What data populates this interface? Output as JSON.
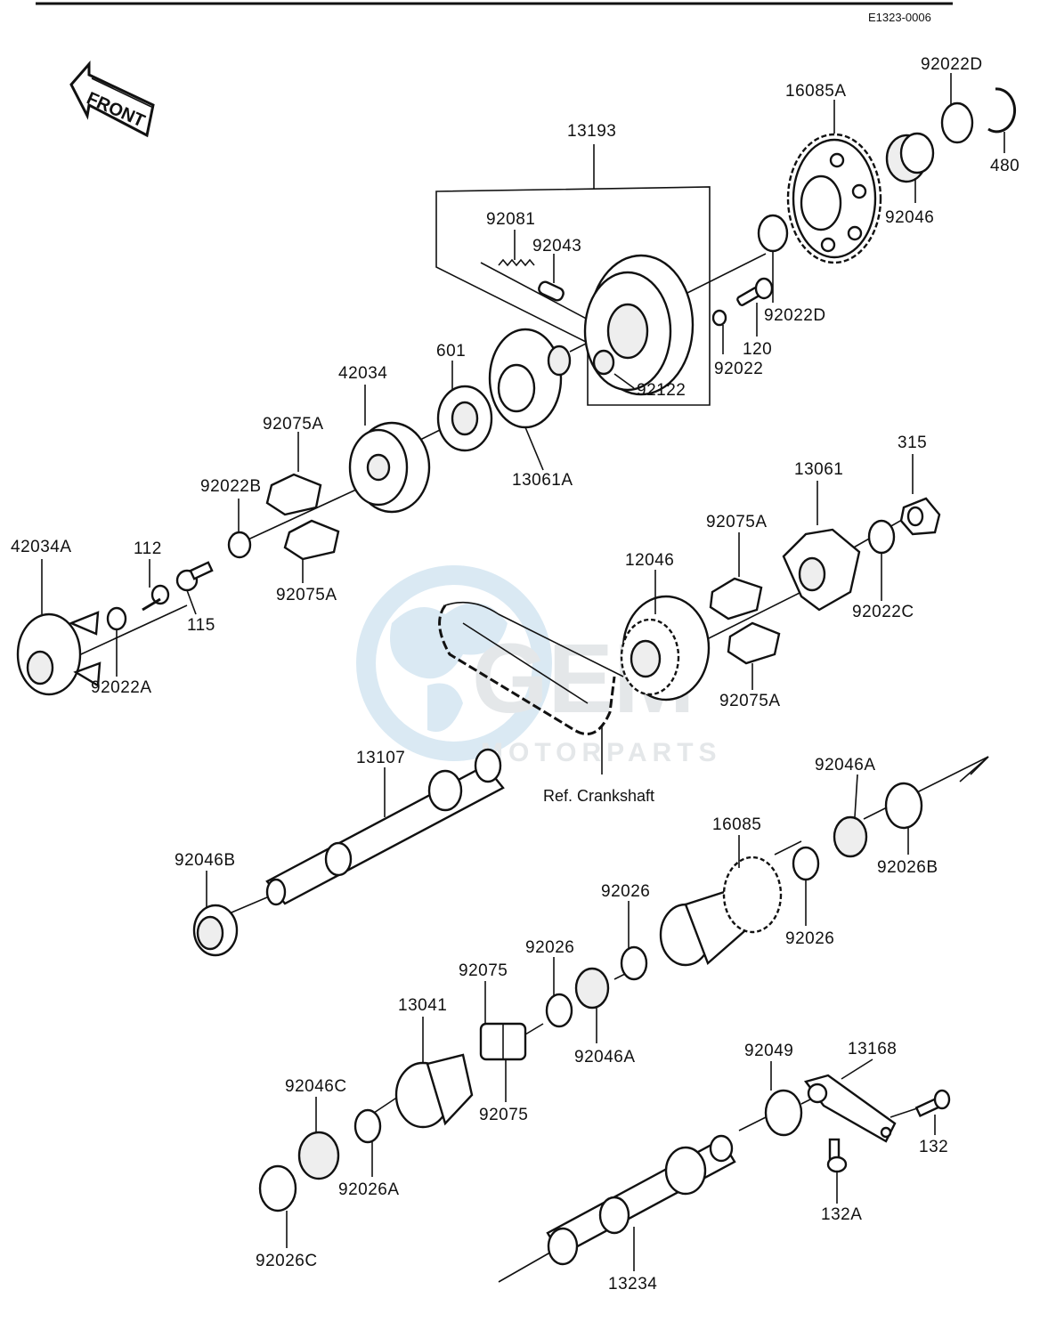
{
  "diagram_code": "E1323-0006",
  "front_label": "FRONT",
  "reference_label": "Ref. Crankshaft",
  "watermark": {
    "brand": "GEM",
    "sub": "MOTORPARTS"
  },
  "part_numbers": {
    "p13193": "13193",
    "p16085A": "16085A",
    "p92022D_top": "92022D",
    "p480": "480",
    "p92046_top": "92046",
    "p92081": "92081",
    "p92043": "92043",
    "p92022D_mid": "92022D",
    "p120": "120",
    "p92022": "92022",
    "p92122": "92122",
    "p601": "601",
    "p42034": "42034",
    "p13061A": "13061A",
    "p92075A_1": "92075A",
    "p92022B": "92022B",
    "p92075A_2": "92075A",
    "p42034A": "42034A",
    "p112": "112",
    "p115": "115",
    "p92022A": "92022A",
    "p315": "315",
    "p13061": "13061",
    "p92075A_3": "92075A",
    "p12046": "12046",
    "p92022C": "92022C",
    "p92075A_4": "92075A",
    "p13107": "13107",
    "p92046A_1": "92046A",
    "p16085": "16085",
    "p92026B": "92026B",
    "p92046B": "92046B",
    "p92026_1": "92026",
    "p92026_2": "92026",
    "p92026_3": "92026",
    "p92075_1": "92075",
    "p13041": "13041",
    "p92046A_2": "92046A",
    "p92075_2": "92075",
    "p92049": "92049",
    "p13168": "13168",
    "p92046C": "92046C",
    "p132": "132",
    "p92026A": "92026A",
    "p132A": "132A",
    "p92026C": "92026C",
    "p13234": "13234"
  }
}
